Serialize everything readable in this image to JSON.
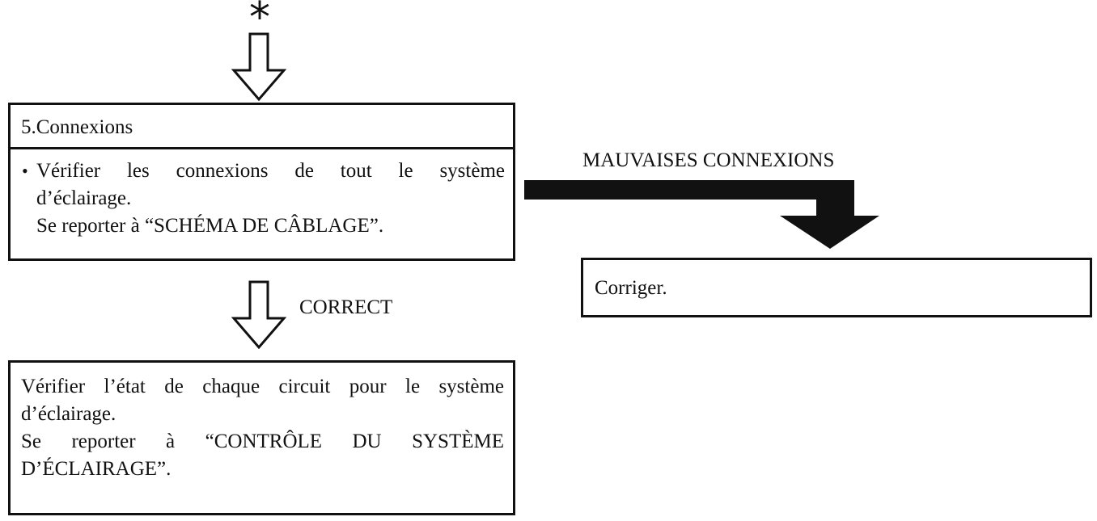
{
  "star": "*",
  "step5": {
    "title": "5.Connexions",
    "bullet": "•",
    "line1": "Vérifier les connexions de tout le système",
    "line2": "d’éclairage.",
    "line3": "Se reporter à “SCHÉMA DE CÂBLAGE”."
  },
  "correct_label": "CORRECT",
  "bad_label": "MAUVAISES CONNEXIONS",
  "fix_box": {
    "text": "Corriger."
  },
  "check_box": {
    "line1": "Vérifier l’état de chaque circuit pour le système",
    "line2": "d’éclairage.",
    "line3": "Se reporter à “CONTRÔLE DU SYSTÈME",
    "line4": "D’ÉCLAIRAGE”."
  }
}
